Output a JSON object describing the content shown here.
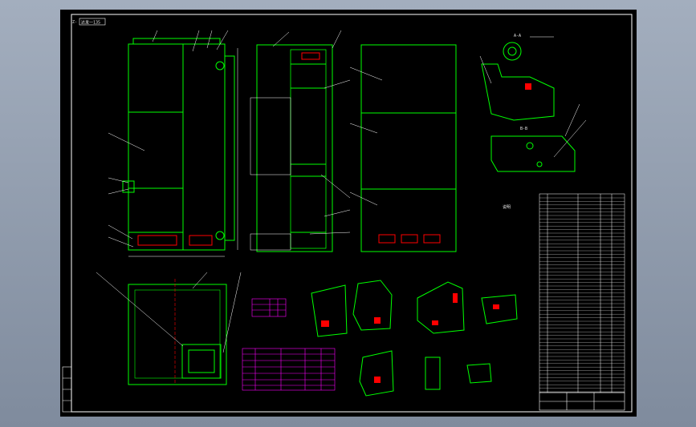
{
  "drawing": {
    "number_tag": "Z-",
    "stamp": "达发一135",
    "view_labels": {
      "detail_a": "A-A",
      "detail_b": "B-B",
      "parts_note": "说明"
    },
    "accent": "#00ff00",
    "frame_color": "#ffffff",
    "table_color": "#ff00ff",
    "hatch_color": "#ff0000"
  }
}
